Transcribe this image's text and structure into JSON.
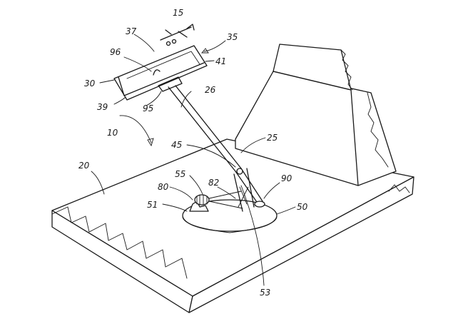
{
  "labels": {
    "l15": "15",
    "l37": "37",
    "l35": "35",
    "l96": "96",
    "l41": "41",
    "l30": "30",
    "l26": "26",
    "l39": "39",
    "l95": "95",
    "l10": "10",
    "l45": "45",
    "l25": "25",
    "l20": "20",
    "l55": "55",
    "l82": "82",
    "l90": "90",
    "l80": "80",
    "l51": "51",
    "l50": "50",
    "l53": "53"
  }
}
